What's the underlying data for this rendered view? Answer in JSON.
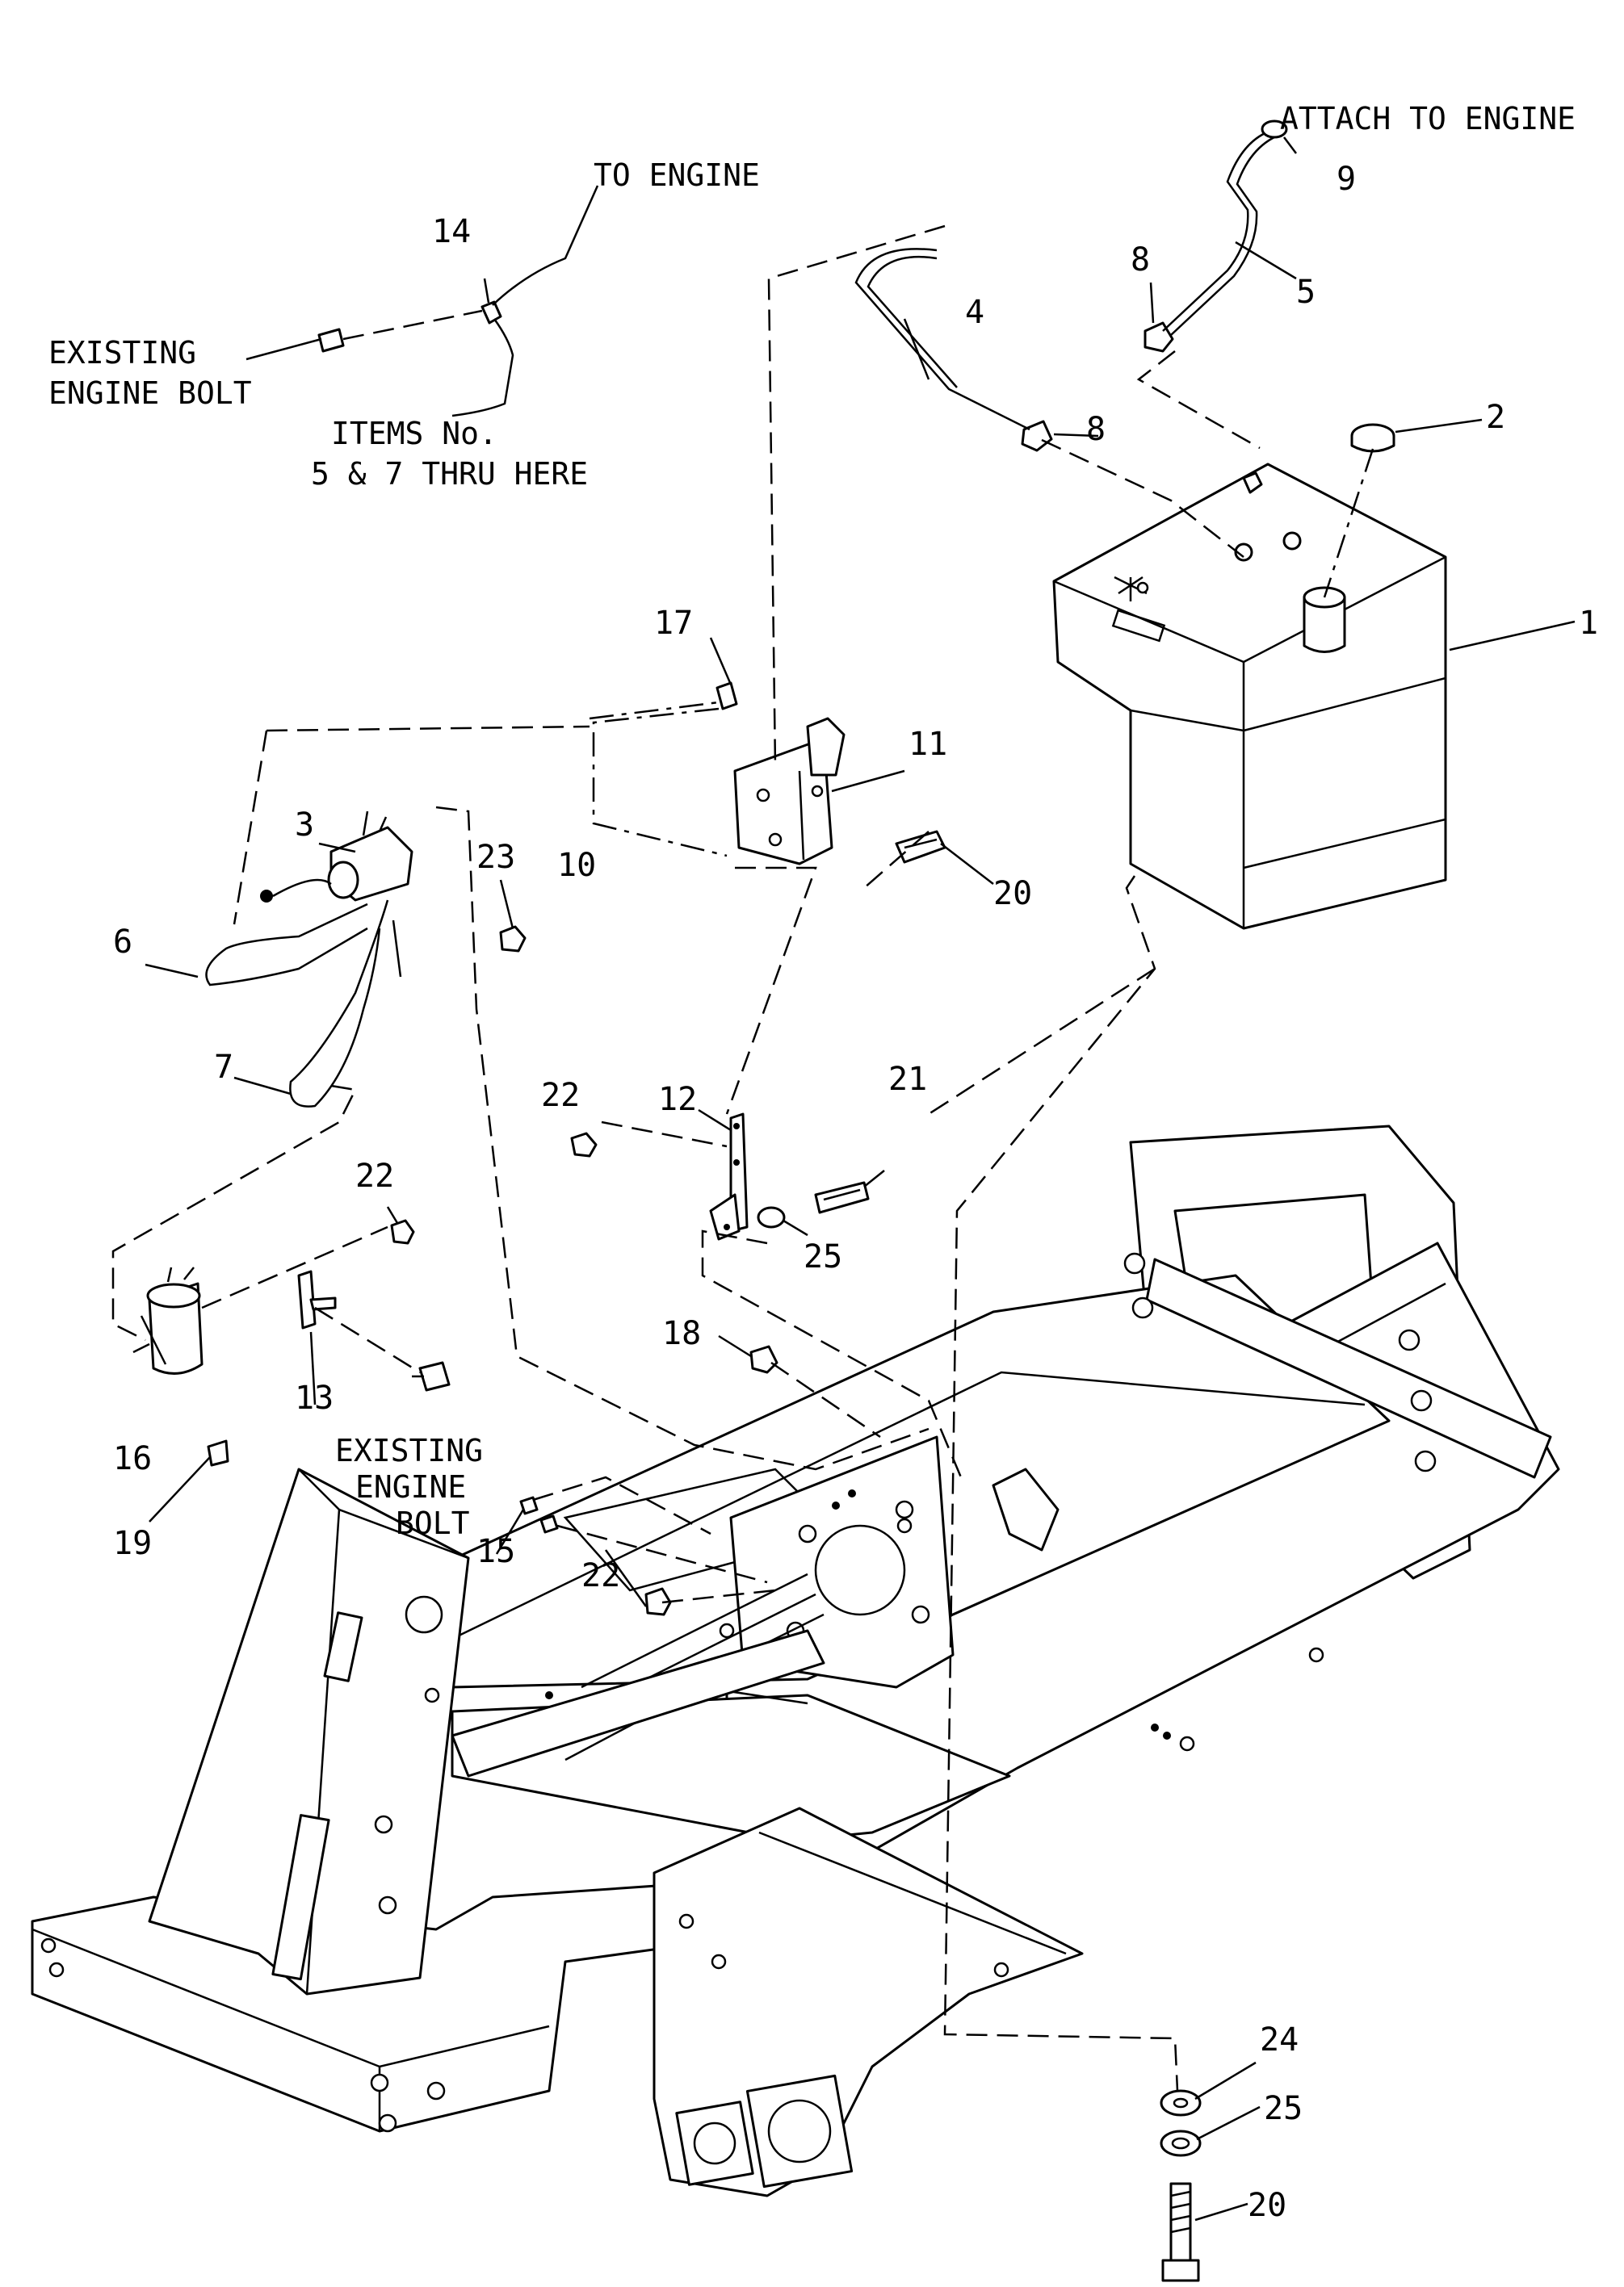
{
  "notes": {
    "attach_to_engine": "ATTACH TO ENGINE",
    "to_engine": "TO ENGINE",
    "existing_engine_bolt_1": "EXISTING",
    "existing_engine_bolt_2": "ENGINE BOLT",
    "items_thru_1": "ITEMS No.",
    "items_thru_2": "5 & 7 THRU HERE",
    "existing_engine_bolt_b1": "EXISTING",
    "existing_engine_bolt_b2": "ENGINE",
    "existing_engine_bolt_b3": "BOLT"
  },
  "callouts": {
    "c1": "1",
    "c2": "2",
    "c3": "3",
    "c4": "4",
    "c5": "5",
    "c6": "6",
    "c7": "7",
    "c8a": "8",
    "c8b": "8",
    "c9": "9",
    "c10": "10",
    "c11": "11",
    "c12": "12",
    "c13": "13",
    "c14": "14",
    "c15": "15",
    "c16": "16",
    "c17": "17",
    "c18": "18",
    "c19": "19",
    "c20a": "20",
    "c20b": "20",
    "c21": "21",
    "c22a": "22",
    "c22b": "22",
    "c22c": "22",
    "c23": "23",
    "c24": "24",
    "c25a": "25",
    "c25b": "25"
  }
}
